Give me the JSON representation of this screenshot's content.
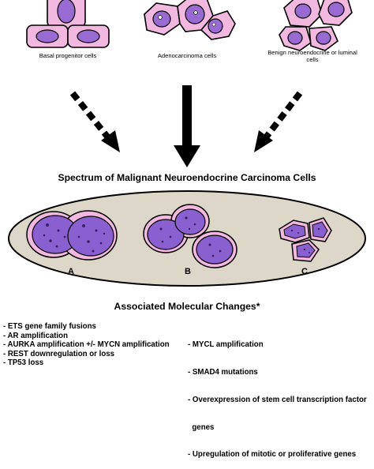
{
  "source_cells": [
    {
      "label": "Basal progenitor cells"
    },
    {
      "label": "Adenocarcinoma cells"
    },
    {
      "label": "Benign neuroendocrine or luminal cells"
    }
  ],
  "spectrum_title": "Spectrum of Malignant Neuroendocrine Carcinoma Cells",
  "carcinoma_labels": [
    "A",
    "B",
    "C"
  ],
  "changes_title": "Associated Molecular Changes*",
  "changes_left": [
    "- ETS gene family fusions",
    "- AR amplification",
    "- AURKA amplification +/- MYCN amplification",
    "- REST downregulation or loss",
    "- TP53 loss"
  ],
  "changes_right": [
    "- MYCL amplification",
    "- SMAD4 mutations",
    "- Overexpression of stem cell transcription factor",
    "  genes",
    "- Upregulation of mitotic or proliferative genes"
  ],
  "colors": {
    "cell_fill": "#f2b8df",
    "nucleus_fill": "#9a6ad3",
    "carcinoma_nucleus": "#8a5fd0",
    "ellipse_fill": "#dcd7c9"
  }
}
